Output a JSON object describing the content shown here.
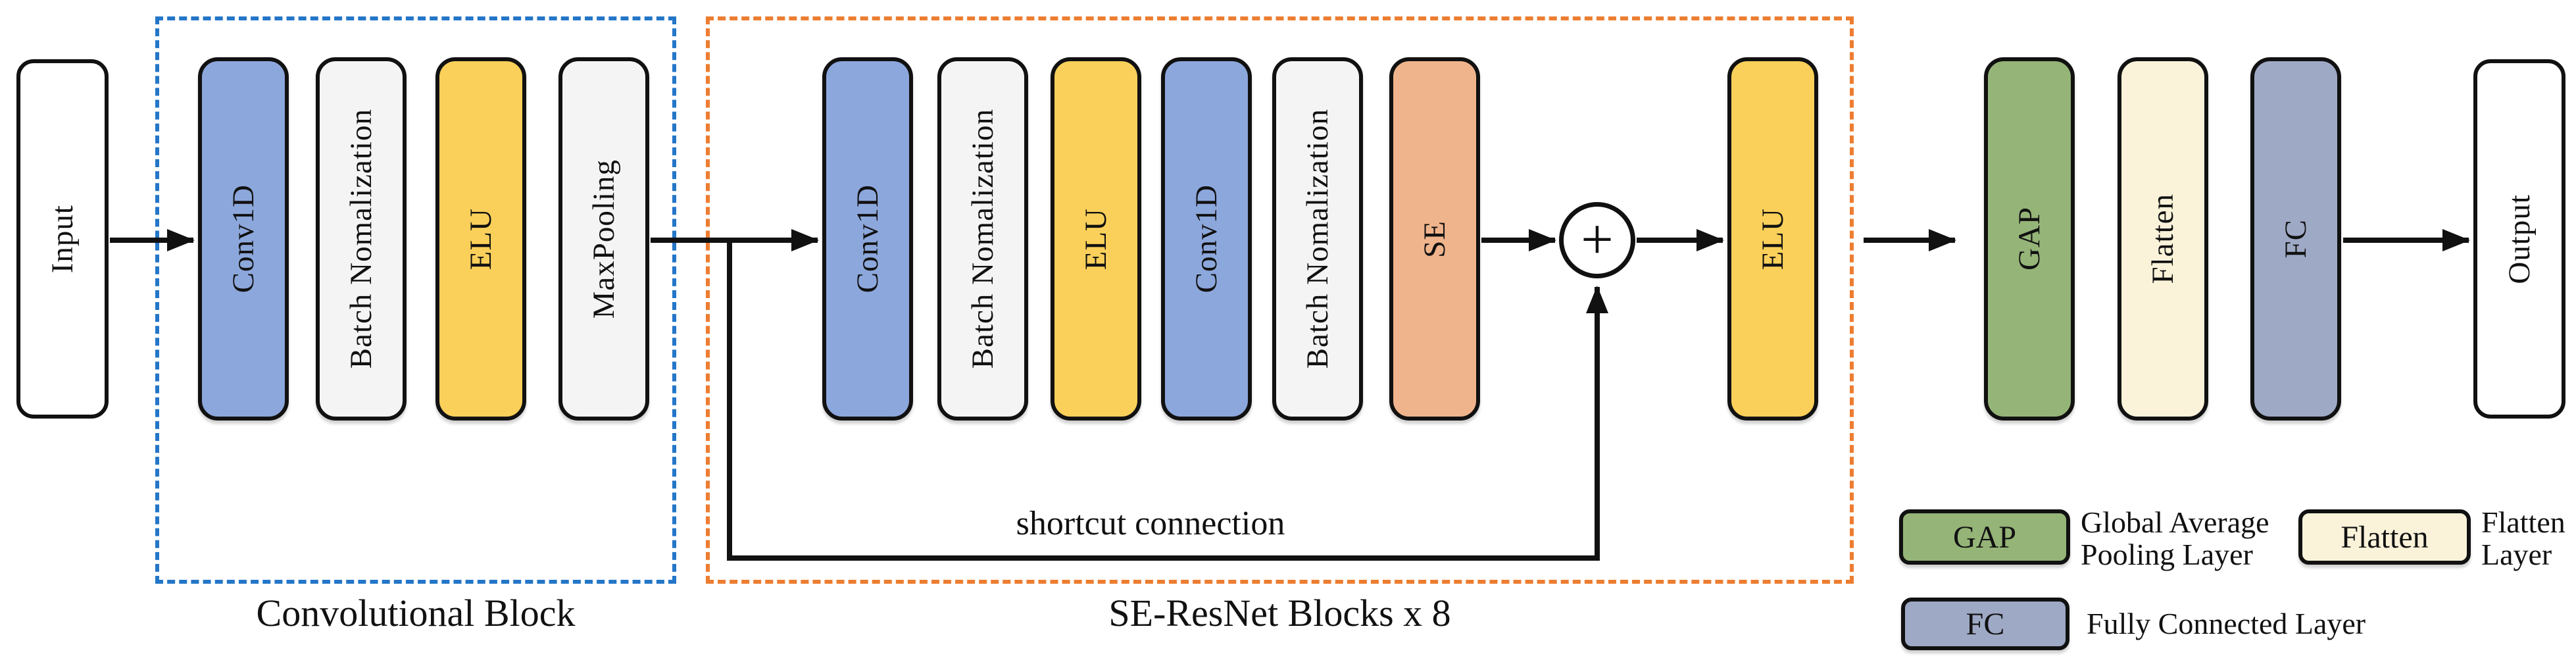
{
  "io": {
    "input": "Input",
    "output": "Output"
  },
  "conv_block": {
    "caption": "Convolutional Block",
    "layers": [
      {
        "label": "Conv1D"
      },
      {
        "label": "Batch Nomalization"
      },
      {
        "label": "ELU"
      },
      {
        "label": "MaxPooling"
      }
    ]
  },
  "se_block": {
    "caption": "SE-ResNet Blocks x 8",
    "shortcut_label": "shortcut connection",
    "plus": "+",
    "layers": [
      {
        "label": "Conv1D"
      },
      {
        "label": "Batch Nomalization"
      },
      {
        "label": "ELU"
      },
      {
        "label": "Conv1D"
      },
      {
        "label": "Batch Nomalization"
      },
      {
        "label": "SE"
      },
      {
        "label": "ELU"
      }
    ]
  },
  "head": {
    "layers": [
      {
        "label": "GAP"
      },
      {
        "label": "Flatten"
      },
      {
        "label": "FC"
      }
    ]
  },
  "legend": {
    "items": [
      {
        "key": "GAP",
        "line1": "Global Average",
        "line2": "Pooling Layer"
      },
      {
        "key": "Flatten",
        "line1": "Flatten",
        "line2": "Layer"
      },
      {
        "key": "FC",
        "line1": "Fully Connected Layer",
        "line2": ""
      }
    ]
  },
  "colors": {
    "conv": "#8ca7dc",
    "batch_norm": "#f4f4f4",
    "elu": "#fbd05a",
    "se": "#f0b48c",
    "gap": "#95b478",
    "flatten": "#faf3da",
    "fc": "#9ea9c5",
    "io_fill": "#ffffff",
    "conv_box_border": "#2476c8",
    "se_box_border": "#ed7d31",
    "arrow": "#111111"
  }
}
